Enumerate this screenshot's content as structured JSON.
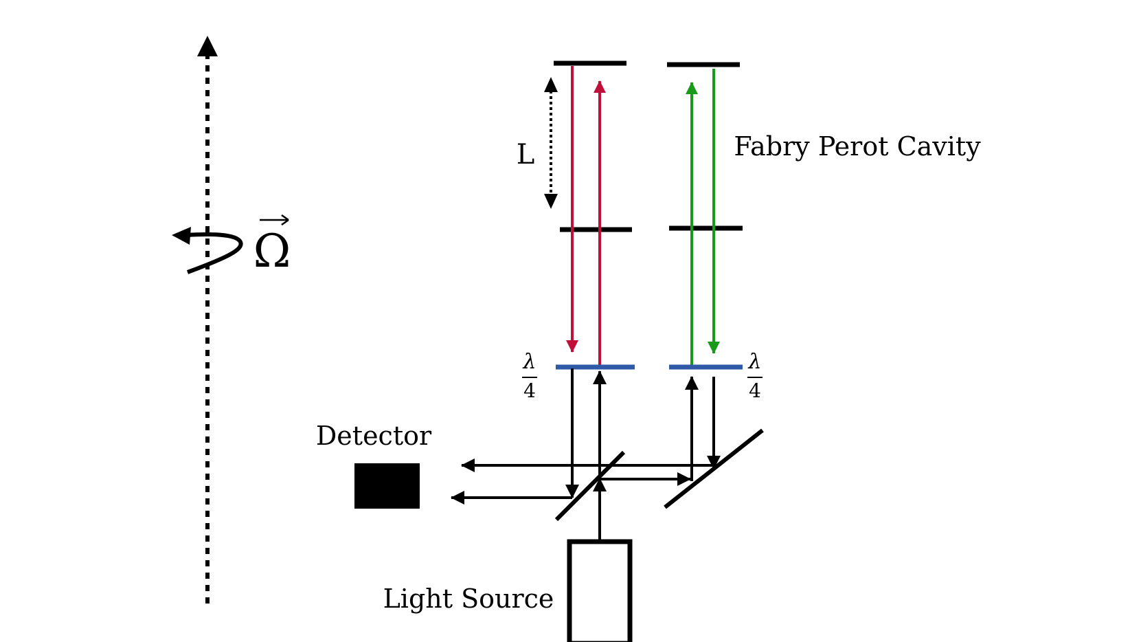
{
  "labels": {
    "cavity": "Fabry Perot Cavity",
    "length": "L",
    "detector": "Detector",
    "source": "Light Source",
    "rotation": "Ω",
    "waveplate_left_num": "λ",
    "waveplate_left_den": "4",
    "waveplate_right_num": "λ",
    "waveplate_right_den": "4"
  },
  "colors": {
    "ink": "#000000",
    "beam_red": "#c0103a",
    "beam_green": "#1a9a1a",
    "waveplate": "#2f5aa8"
  }
}
